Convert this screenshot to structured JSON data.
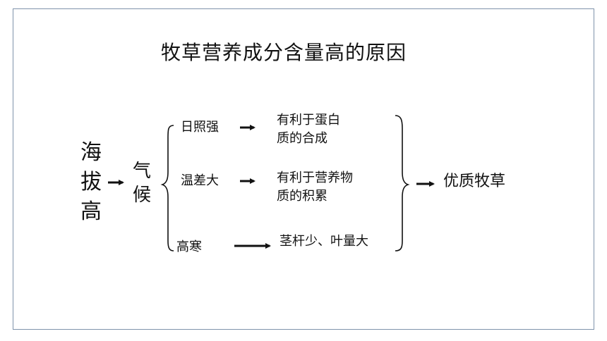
{
  "title": "牧草营养成分含量高的原因",
  "altitude_chars": [
    "海",
    "拔",
    "高"
  ],
  "climate_chars": [
    "气",
    "候"
  ],
  "factors": [
    {
      "label": "日照强",
      "result_lines": [
        "有利于蛋白",
        "质的合成"
      ]
    },
    {
      "label": "温差大",
      "result_lines": [
        "有利于营养物",
        "质的积累"
      ]
    },
    {
      "label": "高寒",
      "result_lines": [
        "茎杆少、叶量大"
      ]
    }
  ],
  "final": "优质牧草"
}
